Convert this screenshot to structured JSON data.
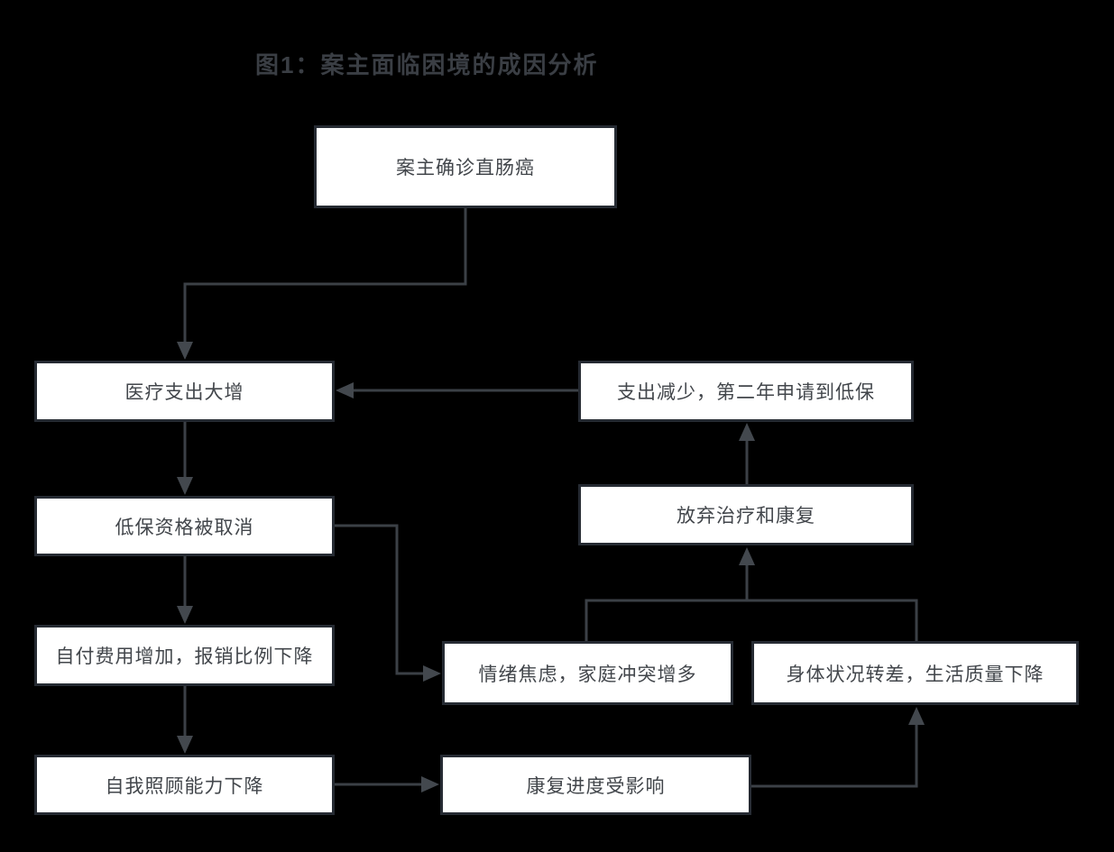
{
  "title": "图1：案主面临困境的成因分析",
  "diagram": {
    "nodes": {
      "diagnosis": {
        "label": "案主确诊直肠癌"
      },
      "medical_expense": {
        "label": "医疗支出大增"
      },
      "expense_reduced": {
        "label": "支出减少，第二年申请到低保"
      },
      "subsistence_cancelled": {
        "label": "低保资格被取消"
      },
      "give_up_treatment": {
        "label": "放弃治疗和康复"
      },
      "out_of_pocket": {
        "label": "自付费用增加，报销比例下降"
      },
      "emotional_anxiety": {
        "label": "情绪焦虑，家庭冲突增多"
      },
      "physical_decline": {
        "label": "身体状况转差，生活质量下降"
      },
      "self_care": {
        "label": "自我照顾能力下降"
      },
      "rehab_affected": {
        "label": "康复进度受影响"
      }
    },
    "edges": [
      {
        "from": "diagnosis",
        "to": "medical_expense"
      },
      {
        "from": "expense_reduced",
        "to": "medical_expense"
      },
      {
        "from": "medical_expense",
        "to": "subsistence_cancelled"
      },
      {
        "from": "subsistence_cancelled",
        "to": "out_of_pocket"
      },
      {
        "from": "subsistence_cancelled",
        "to": "emotional_anxiety"
      },
      {
        "from": "out_of_pocket",
        "to": "self_care"
      },
      {
        "from": "self_care",
        "to": "rehab_affected"
      },
      {
        "from": "rehab_affected",
        "to": "physical_decline"
      },
      {
        "from": "emotional_anxiety",
        "to": "give_up_treatment"
      },
      {
        "from": "physical_decline",
        "to": "give_up_treatment"
      },
      {
        "from": "give_up_treatment",
        "to": "expense_reduced"
      }
    ]
  },
  "colors": {
    "background": "#000000",
    "box_fill": "#ffffff",
    "box_border": "#262b33",
    "line": "#3b4046",
    "arrowhead": "#43484e",
    "box_text": "#42464b",
    "title_text": "#3a3e44"
  }
}
